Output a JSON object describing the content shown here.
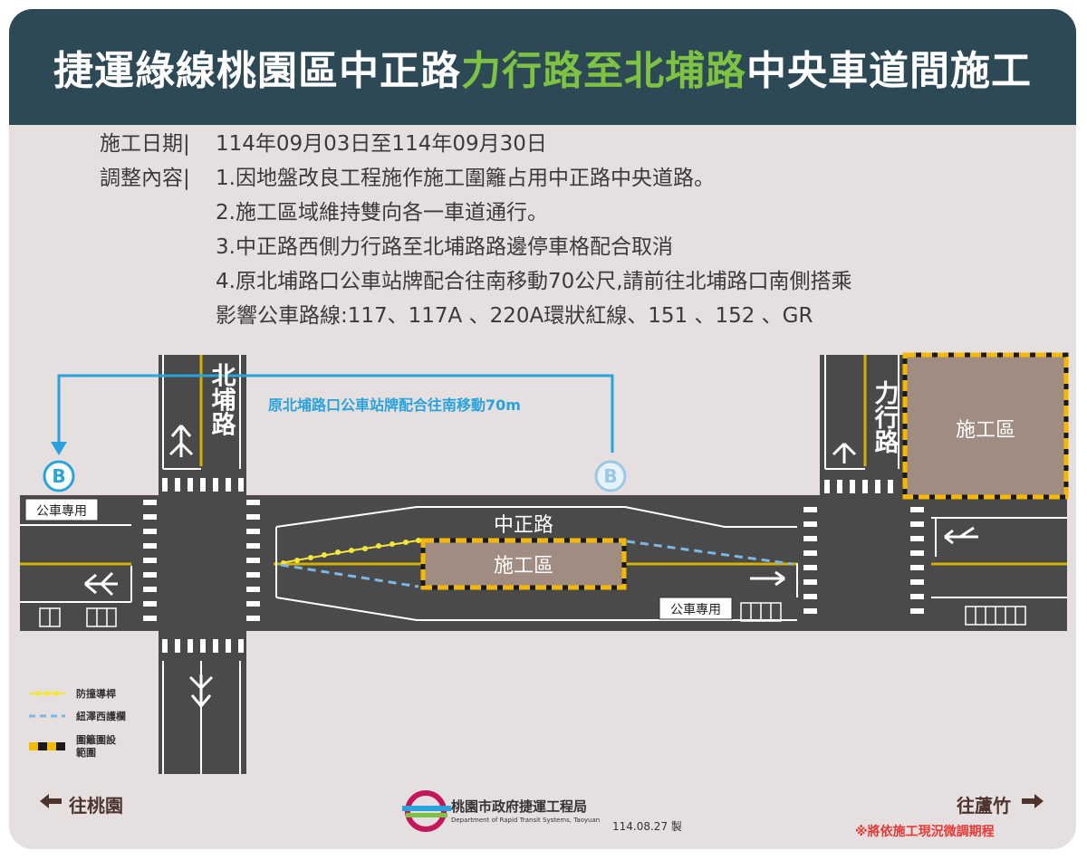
{
  "title": {
    "part1": "捷運綠線桃園區中正路",
    "highlight": "力行路至北埔路",
    "part2": "中央車道間施工"
  },
  "info": {
    "date_label": "施工日期|",
    "date_value": "114年09月03日至114年09月30日",
    "content_label": "調整內容|",
    "items": [
      "1.因地盤改良工程施作施工圍籬占用中正路中央道路。",
      "2.施工區域維持雙向各一車道通行。",
      "3.中正路西側力行路至北埔路路邊停車格配合取消",
      "4.原北埔路口公車站牌配合往南移動70公尺,請前往北埔路口南側搭乘",
      "影響公車路線:117、117A 、220A環狀紅線、151 、152 、GR"
    ]
  },
  "map": {
    "road_beipu": "北埔路",
    "road_lixing": "力行路",
    "road_zhongzheng": "中正路",
    "construction_center": "施工區",
    "construction_corner": "施工區",
    "bus_lane_west": "公車專用",
    "bus_lane_center": "公車專用",
    "bus_stop_new": "B",
    "bus_stop_old": "B",
    "bus_move_note": "原北埔路口公車站牌配合往南移動70m"
  },
  "legend": {
    "bollard": "防撞導桿",
    "barrier": "紐澤西護欄",
    "fence_line1": "圍籬圍設",
    "fence_line2": "範圍"
  },
  "footer": {
    "west": "往桃園",
    "east": "往蘆竹",
    "org_name": "桃園市政府捷運工程局",
    "org_en": "Department of Rapid Transit Systems, Taoyuan",
    "made_date": "114.08.27 製",
    "note": "※將依施工現況微調期程"
  },
  "colors": {
    "header_bg": "#2c4955",
    "highlight": "#7dc243",
    "road": "#4a4a4a",
    "bus_blue": "#29a3dd",
    "construction": "#a08c80",
    "fence_yellow": "#f5b800",
    "note_red": "#e53935"
  }
}
